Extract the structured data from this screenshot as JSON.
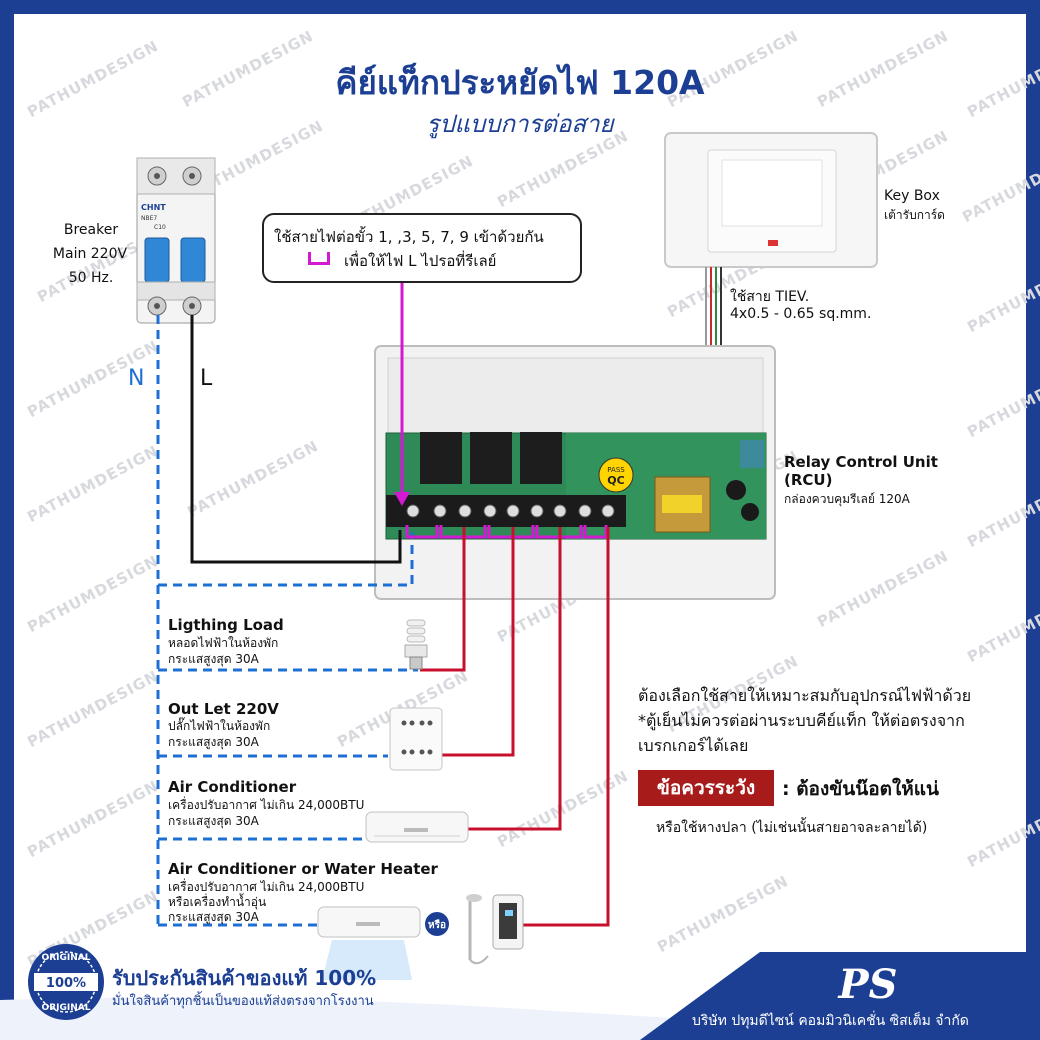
{
  "title": "คีย์แท็กประหยัดไฟ 120A",
  "subtitle": "รูปแบบการต่อสาย",
  "watermark": "PATHUMDESIGN",
  "breaker": {
    "brand": "CHNT",
    "model": "NBE7",
    "rating": "C10",
    "label_lines": [
      "Breaker",
      "Main 220V",
      "50 Hz."
    ]
  },
  "wires": {
    "neutral": "N",
    "line": "L"
  },
  "callout": {
    "line1": "ใช้สายไฟต่อขั้ว 1, ,3, 5, 7, 9 เข้าด้วยกัน",
    "line2": "เพื่อให้ไฟ L ไปรอที่รีเลย์"
  },
  "key_box": {
    "title": "Key Box",
    "subtitle": "เต้ารับการ์ด"
  },
  "cable": {
    "line1": "ใช้สาย TIEV.",
    "line2": "4x0.5 - 0.65 sq.mm."
  },
  "rcu": {
    "title1": "Relay Control Unit",
    "title2": "(RCU)",
    "subtitle": "กล่องควบคุมรีเลย์ 120A",
    "qc_top": "PASS",
    "qc_text": "QC"
  },
  "loads": [
    {
      "title": "Ligthing Load",
      "line1": "หลอดไฟฟ้าในห้องพัก",
      "line2": "กระแสสูงสุด 30A"
    },
    {
      "title": "Out Let 220V",
      "line1": "ปลั๊กไฟฟ้าในห้องพัก",
      "line2": "กระแสสูงสุด 30A"
    },
    {
      "title": "Air Conditioner",
      "line1": "เครื่องปรับอากาศ ไม่เกิน 24,000BTU",
      "line2": "กระแสสูงสุด 30A"
    },
    {
      "title": "Air Conditioner or Water Heater",
      "line1": "เครื่องปรับอากาศ ไม่เกิน 24,000BTU",
      "line2": "หรือเครื่องทำน้ำอุ่น",
      "line3": "กระแสสูงสุด 30A"
    }
  ],
  "or_badge": "หรือ",
  "notes": {
    "line1": "ต้องเลือกใช้สายให้เหมาะสมกับอุปกรณ์ไฟฟ้าด้วย",
    "line2": "*ตู้เย็นไม่ควรต่อผ่านระบบคีย์แท็ก ให้ต่อตรงจาก",
    "line3": "เบรกเกอร์ได้เลย"
  },
  "warning": {
    "badge": "ข้อควรระวัง",
    "text": ": ต้องขันน๊อตให้แน่",
    "sub": "หรือใช้หางปลา (ไม่เช่นนั้นสายอาจละลายได้)"
  },
  "guarantee": {
    "seal_top": "ORIGINAL",
    "seal_mid": "100%",
    "seal_bottom": "ORIGINAL",
    "title": "รับประกันสินค้าของแท้ 100%",
    "sub": "มั่นใจสินค้าทุกชิ้นเป็นของแท้ส่งตรงจากโรงงาน"
  },
  "company": {
    "logo": "PS",
    "name": "บริษัท ปทุมดีไซน์ คอมมิวนิเคชั่น ซิสเต็ม จำกัด"
  },
  "colors": {
    "brand_blue": "#1c3f94",
    "neutral_wire": "#1d6fd6",
    "line_wire": "#111111",
    "jumper": "#d21ad0",
    "load_wire": "#c8102e",
    "warning_red": "#a71b1b"
  }
}
